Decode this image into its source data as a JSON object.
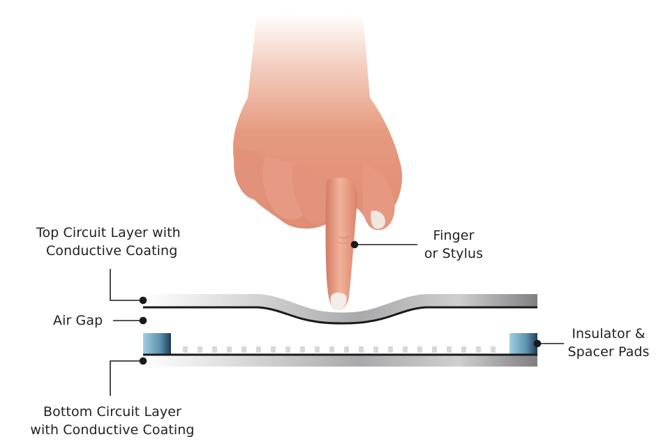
{
  "labels": {
    "top_layer": {
      "line1": "Top Circuit Layer with",
      "line2": "Conductive Coating"
    },
    "finger": {
      "line1": "Finger",
      "line2": "or Stylus"
    },
    "air_gap": {
      "text": "Air Gap"
    },
    "spacer": {
      "line1": "Insulator &",
      "line2": "Spacer Pads"
    },
    "bottom_layer": {
      "line1": "Bottom Circuit Layer",
      "line2": "with Conductive Coating"
    }
  },
  "colors": {
    "skin": "#e8957a",
    "skin_light": "#f6c3ad",
    "skin_shadow": "#c8705b",
    "nail": "#f4ede8",
    "layer_gray": "#b9b9bb",
    "layer_dark": "#1a1a1a",
    "spacer_pad": "#7fb3c9",
    "spacer_pad_dark": "#1d3d57",
    "spacer_dot": "#d8d8d8",
    "leader_line": "#1a1a1a"
  }
}
